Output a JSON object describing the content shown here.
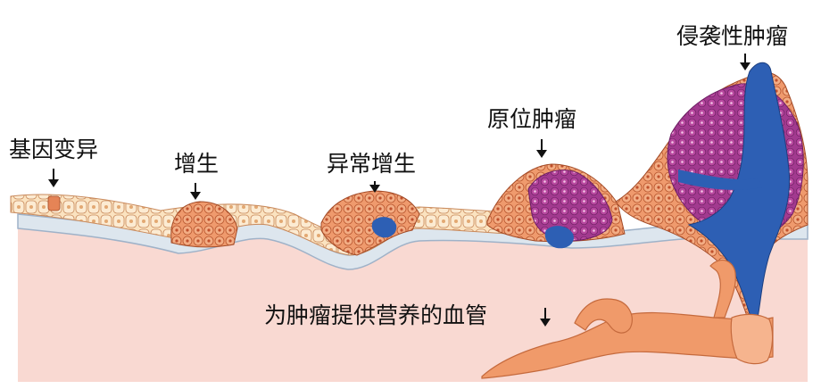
{
  "labels": {
    "gene_mutation": "基因变异",
    "hyperplasia": "增生",
    "dysplasia": "异常增生",
    "carcinoma_in_situ": "原位肿瘤",
    "invasive_tumor": "侵袭性肿瘤",
    "blood_vessel": "为肿瘤提供营养的血管"
  },
  "colors": {
    "tissue_pink": "#f9d9d2",
    "basement_membrane": "#dde6ee",
    "normal_cell": "#fbe3c0",
    "hyperplasia_cell": "#ef9a6d",
    "tumor_purple": "#a23a8f",
    "tumor_blue": "#2d5fb4",
    "vessel_orange": "#f09a6a"
  }
}
